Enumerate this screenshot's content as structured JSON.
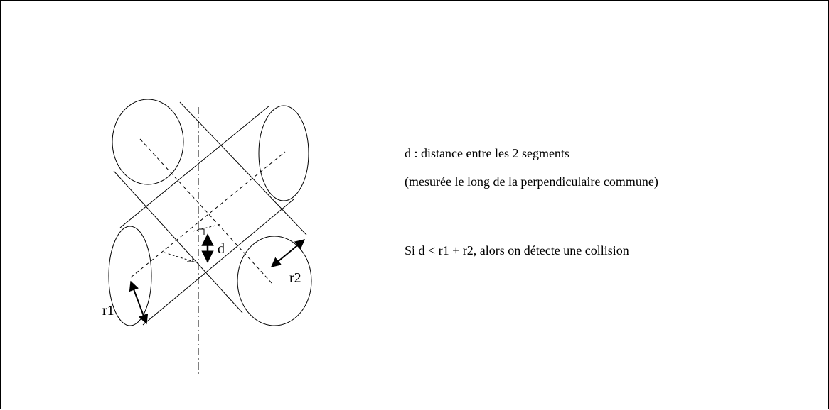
{
  "diagram": {
    "labels": {
      "d": "d",
      "r1": "r1",
      "r2": "r2"
    },
    "text": {
      "definition": "d : distance entre les 2 segments",
      "measurement": "(mesurée le long de la perpendiculaire commune)",
      "condition": "Si d < r1 + r2, alors on détecte une collision"
    }
  }
}
